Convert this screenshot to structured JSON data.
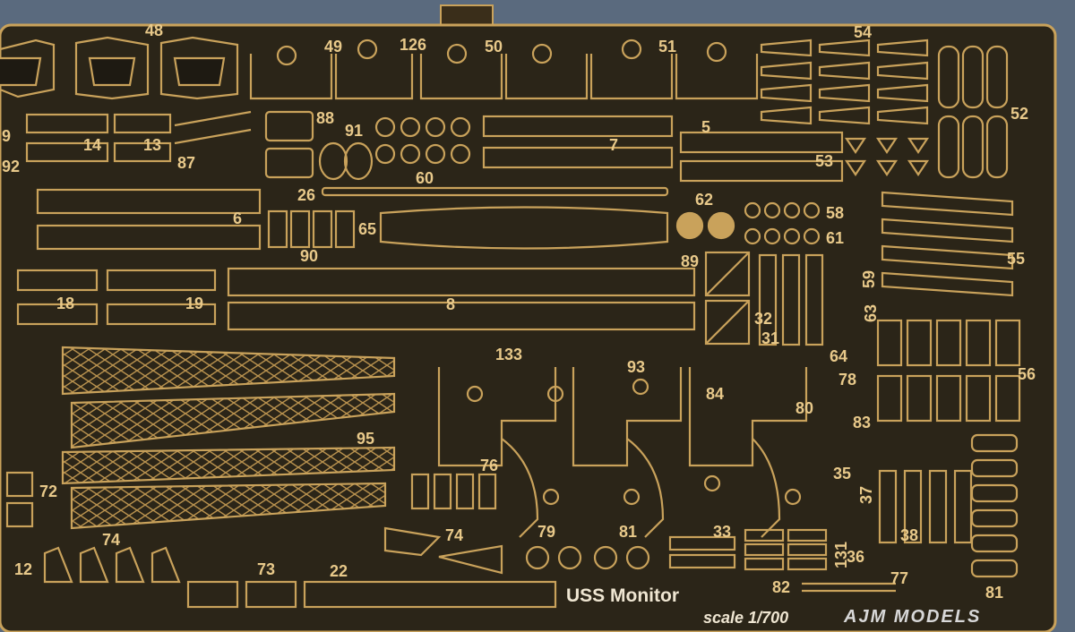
{
  "labels": {
    "n48": "48",
    "n49": "49",
    "n126": "126",
    "n50": "50",
    "n51": "51",
    "n54": "54",
    "n52": "52",
    "n88": "88",
    "n91": "91",
    "n14": "14",
    "n13": "13",
    "n87": "87",
    "n5": "5",
    "n7": "7",
    "n60": "60",
    "n53": "53",
    "n92": "92",
    "n9": "9",
    "n26": "26",
    "n62": "62",
    "n58": "58",
    "n6": "6",
    "n65": "65",
    "n61": "61",
    "n90": "90",
    "n89": "89",
    "n55": "55",
    "n59": "59",
    "n18": "18",
    "n19": "19",
    "n8": "8",
    "n63": "63",
    "n32": "32",
    "n31": "31",
    "n133": "133",
    "n64": "64",
    "n93": "93",
    "n84": "84",
    "n56": "56",
    "n78": "78",
    "n80": "80",
    "n83": "83",
    "n95": "95",
    "n76": "76",
    "n35": "35",
    "n37": "37",
    "n72": "72",
    "n74a": "74",
    "n74b": "74",
    "n79": "79",
    "n81a": "81",
    "n33": "33",
    "n131": "131",
    "n36": "36",
    "n38": "38",
    "n12": "12",
    "n73": "73",
    "n22": "22",
    "n82": "82",
    "n77": "77",
    "n81b": "81"
  },
  "title": "USS Monitor",
  "scale": "scale 1/700",
  "brand": "AJM MODELS",
  "colors": {
    "brass": "#c9a25b",
    "brass_dark": "#2a2418",
    "backing": "#5a6a7e",
    "label": "#e8c98a"
  }
}
